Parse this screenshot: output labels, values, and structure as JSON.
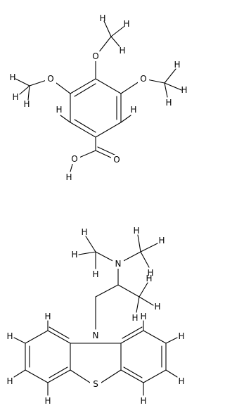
{
  "molecules": [
    {
      "id": "trimethoxybenzoic-acid",
      "atom_labels": {
        "o_top": "O",
        "o_left": "O",
        "o_right": "O",
        "o_acid": "O",
        "o_carbonyl": "O",
        "h": "H"
      }
    },
    {
      "id": "phenothiazine-amine",
      "atom_labels": {
        "n_amine": "N",
        "n_ring": "N",
        "s_ring": "S",
        "h": "H"
      }
    }
  ]
}
